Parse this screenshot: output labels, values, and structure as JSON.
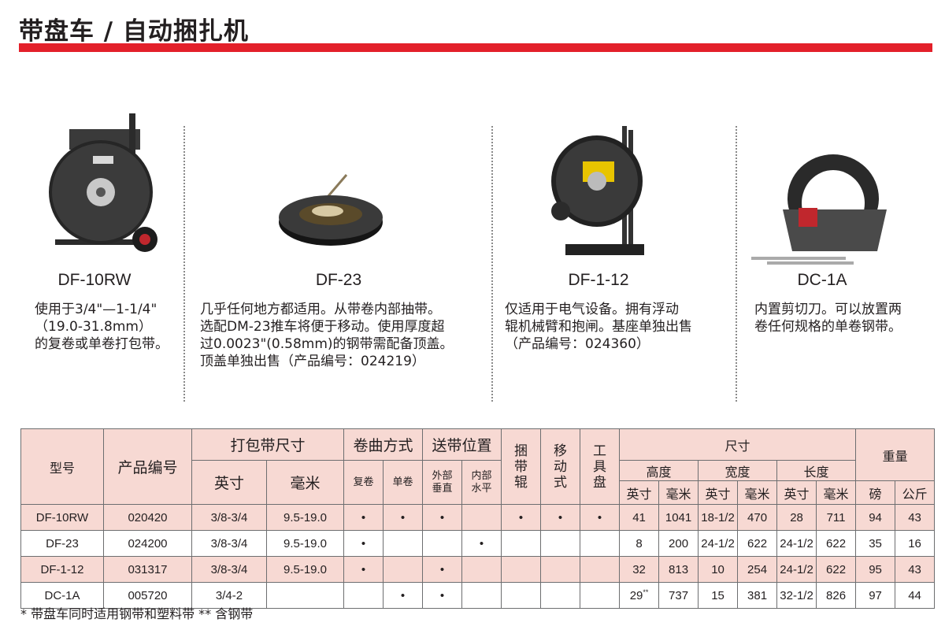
{
  "title": "带盘车 / 自动捆扎机",
  "products": [
    {
      "model": "DF-10RW",
      "desc": [
        "使用于3/4\"—1-1/4\"",
        "（19.0-31.8mm）",
        "的复卷或单卷打包带。"
      ]
    },
    {
      "model": "DF-23",
      "desc": [
        "几乎任何地方都适用。从带卷内部抽带。",
        "选配DM-23推车将便于移动。使用厚度超",
        "过0.0023\"(0.58mm)的钢带需配备顶盖。",
        "顶盖单独出售（产品编号：024219）"
      ]
    },
    {
      "model": "DF-1-12",
      "desc": [
        "仅适用于电气设备。拥有浮动",
        "辊机械臂和抱闸。基座单独出售",
        "（产品编号：024360）"
      ]
    },
    {
      "model": "DC-1A",
      "desc": [
        "内置剪切刀。可以放置两",
        "卷任何规格的单卷钢带。"
      ]
    }
  ],
  "table": {
    "headers": {
      "model": "型号",
      "product_no": "产品编号",
      "strap_size": "打包带尺寸",
      "inch": "英寸",
      "mm": "毫米",
      "winding": "卷曲方式",
      "double": "复卷",
      "single": "单卷",
      "feed_pos": "送带位置",
      "outer_vertical": "外部垂直",
      "inner_horizontal": "内部水平",
      "strap_roller": "捆带辊",
      "mobile": "移动式",
      "tool_tray": "工具盘",
      "dimensions": "尺寸",
      "height": "高度",
      "width": "宽度",
      "length": "长度",
      "dim_inch": "英寸",
      "dim_mm": "毫米",
      "weight": "重量",
      "lb": "磅",
      "kg": "公斤"
    },
    "rows": [
      {
        "model": "DF-10RW",
        "no": "020420",
        "inch": "3/8-3/4",
        "mm": "9.5-19.0",
        "double": "•",
        "single": "•",
        "outer": "•",
        "inner": "",
        "roller": "•",
        "mobile": "•",
        "tray": "•",
        "h_in": "41",
        "h_mm": "1041",
        "w_in": "18-1/2",
        "w_mm": "470",
        "l_in": "28",
        "l_mm": "711",
        "lb": "94",
        "kg": "43"
      },
      {
        "model": "DF-23",
        "no": "024200",
        "inch": "3/8-3/4",
        "mm": "9.5-19.0",
        "double": "•",
        "single": "",
        "outer": "",
        "inner": "•",
        "roller": "",
        "mobile": "",
        "tray": "",
        "h_in": "8",
        "h_mm": "200",
        "w_in": "24-1/2",
        "w_mm": "622",
        "l_in": "24-1/2",
        "l_mm": "622",
        "lb": "35",
        "kg": "16"
      },
      {
        "model": "DF-1-12",
        "no": "031317",
        "inch": "3/8-3/4",
        "mm": "9.5-19.0",
        "double": "•",
        "single": "",
        "outer": "•",
        "inner": "",
        "roller": "",
        "mobile": "",
        "tray": "",
        "h_in": "32",
        "h_mm": "813",
        "w_in": "10",
        "w_mm": "254",
        "l_in": "24-1/2",
        "l_mm": "622",
        "lb": "95",
        "kg": "43"
      },
      {
        "model": "DC-1A",
        "no": "005720",
        "inch": "3/4-2",
        "mm": "",
        "double": "",
        "single": "•",
        "outer": "•",
        "inner": "",
        "roller": "",
        "mobile": "",
        "tray": "",
        "h_in": "29",
        "h_sup": "**",
        "h_mm": "737",
        "w_in": "15",
        "w_mm": "381",
        "l_in": "32-1/2",
        "l_mm": "826",
        "lb": "97",
        "kg": "44"
      }
    ]
  },
  "footnote": "* 带盘车同时适用钢带和塑料带  **  含钢带",
  "colors": {
    "accent": "#e3202a",
    "table_fill": "#f7d9d3"
  }
}
